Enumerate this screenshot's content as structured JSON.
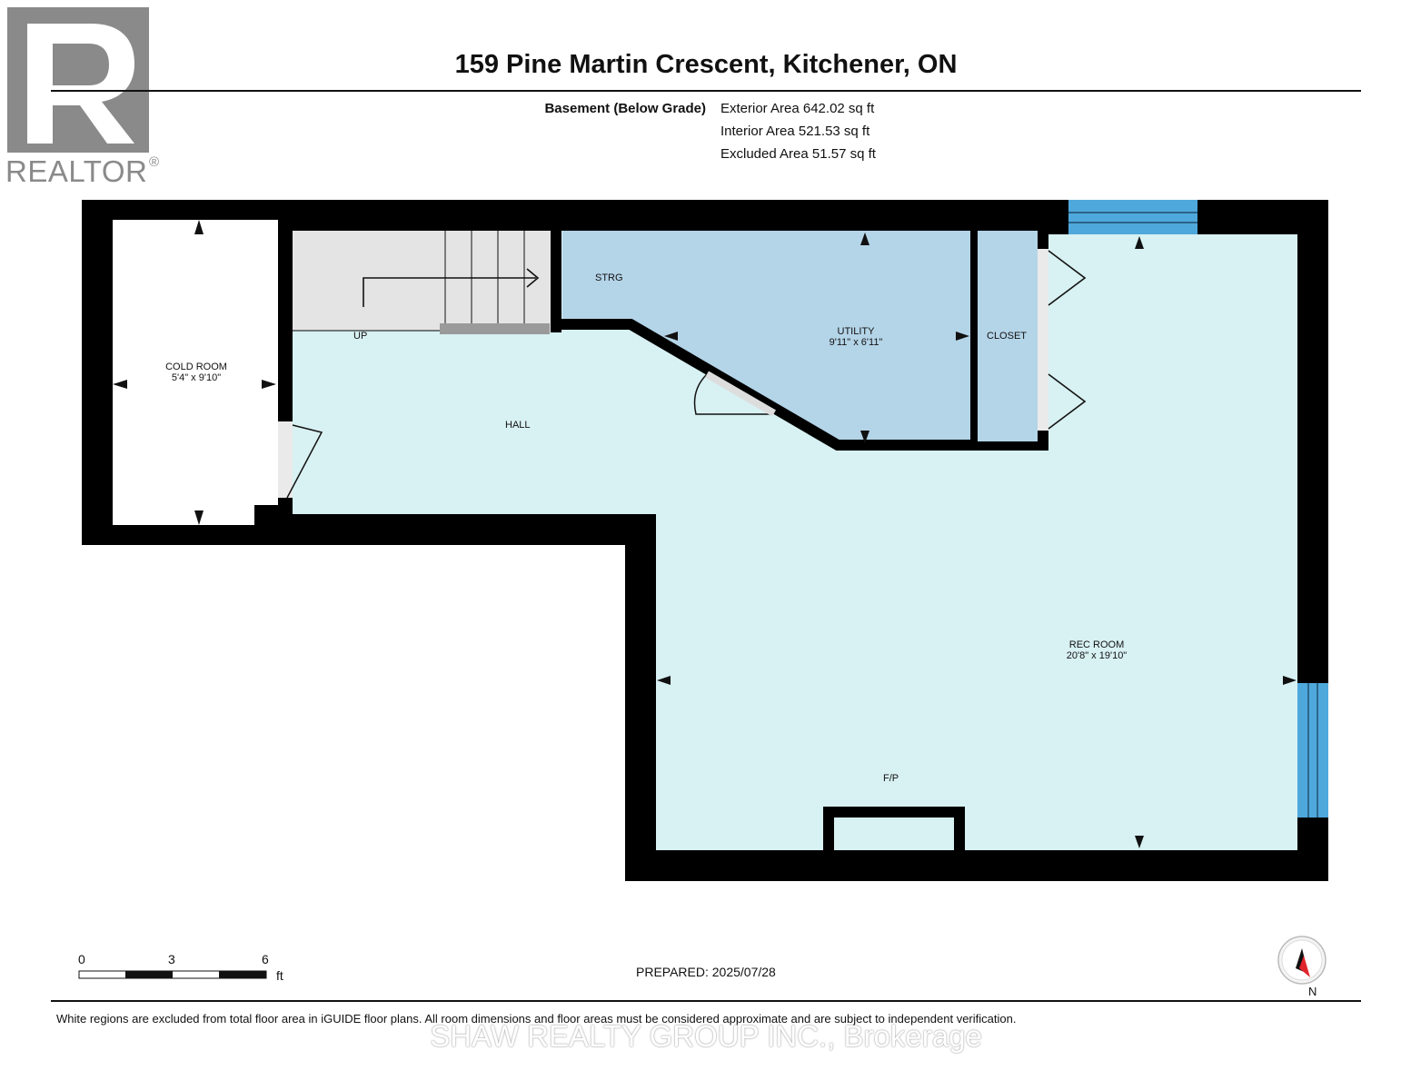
{
  "header": {
    "title": "159 Pine Martin Crescent, Kitchener, ON",
    "level": "Basement (Below Grade)",
    "exterior_area": "Exterior Area 642.02 sq ft",
    "interior_area": "Interior Area 521.53 sq ft",
    "excluded_area": "Excluded Area 51.57 sq ft"
  },
  "logo": {
    "text": "REALTOR",
    "reg": "®",
    "color": "#8a8a8a"
  },
  "rooms": {
    "cold_room": {
      "name": "COLD ROOM",
      "dims": "5'4\" x 9'10\""
    },
    "utility": {
      "name": "UTILITY",
      "dims": "9'11\" x 6'11\""
    },
    "rec_room": {
      "name": "REC ROOM",
      "dims": "20'8\" x 19'10\""
    },
    "strg": "STRG",
    "closet": "CLOSET",
    "hall": "HALL",
    "up": "UP",
    "fp": "F/P"
  },
  "colors": {
    "wall": "#000000",
    "room_fill": "#d8f1f3",
    "utility_fill": "#b4d4e8",
    "stair_fill": "#e4e4e4",
    "window": "#4fa8dc"
  },
  "scale": {
    "labels": [
      "0",
      "3",
      "6"
    ],
    "unit": "ft"
  },
  "footer": {
    "prepared": "PREPARED: 2025/07/28",
    "disclaimer": "White regions are excluded from total floor area in iGUIDE floor plans. All room dimensions and floor areas must be considered approximate and are subject to independent verification.",
    "watermark": "SHAW REALTY GROUP INC., Brokerage"
  },
  "compass": {
    "label": "N"
  }
}
